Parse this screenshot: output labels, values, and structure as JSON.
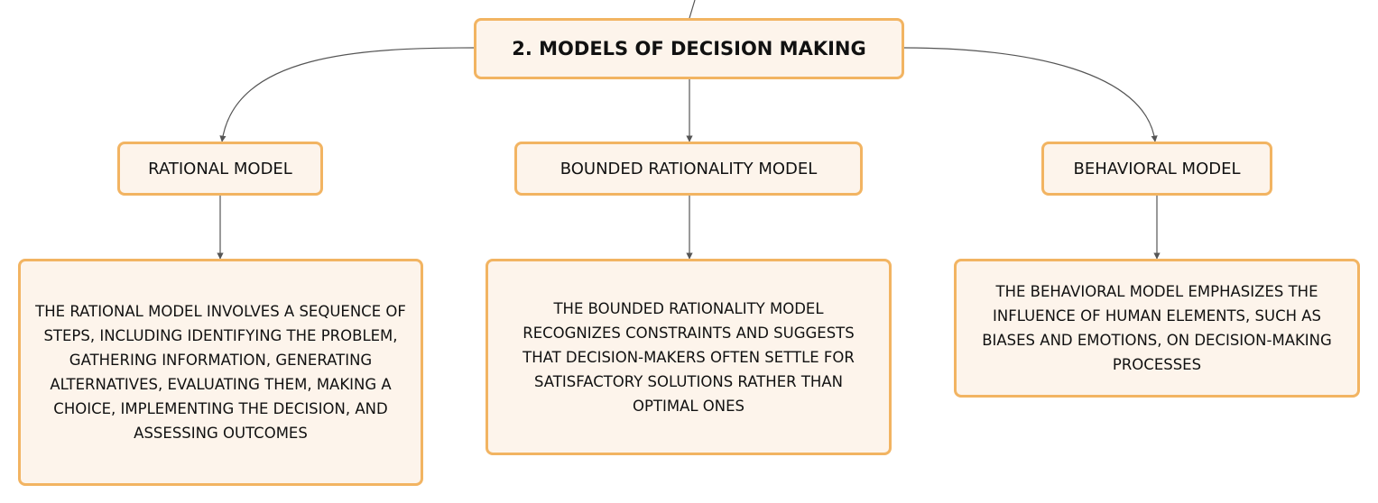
{
  "root": {
    "title": "2. MODELS OF DECISION MAKING"
  },
  "branches": [
    {
      "title": "RATIONAL MODEL",
      "description": "THE RATIONAL MODEL INVOLVES A SEQUENCE OF STEPS, INCLUDING IDENTIFYING THE PROBLEM, GATHERING INFORMATION, GENERATING ALTERNATIVES, EVALUATING THEM, MAKING A CHOICE, IMPLEMENTING THE DECISION, AND ASSESSING OUTCOMES"
    },
    {
      "title": "BOUNDED RATIONALITY MODEL",
      "description": "THE BOUNDED RATIONALITY MODEL RECOGNIZES CONSTRAINTS AND SUGGESTS THAT DECISION-MAKERS OFTEN SETTLE FOR SATISFACTORY SOLUTIONS RATHER THAN OPTIMAL ONES"
    },
    {
      "title": "BEHAVIORAL MODEL",
      "description": "THE BEHAVIORAL MODEL EMPHASIZES THE INFLUENCE OF HUMAN ELEMENTS, SUCH AS BIASES AND EMOTIONS, ON DECISION-MAKING PROCESSES"
    }
  ],
  "colors": {
    "node_fill": "#fdf4eb",
    "node_border": "#f2b462",
    "connector": "#555555",
    "text": "#111111"
  }
}
